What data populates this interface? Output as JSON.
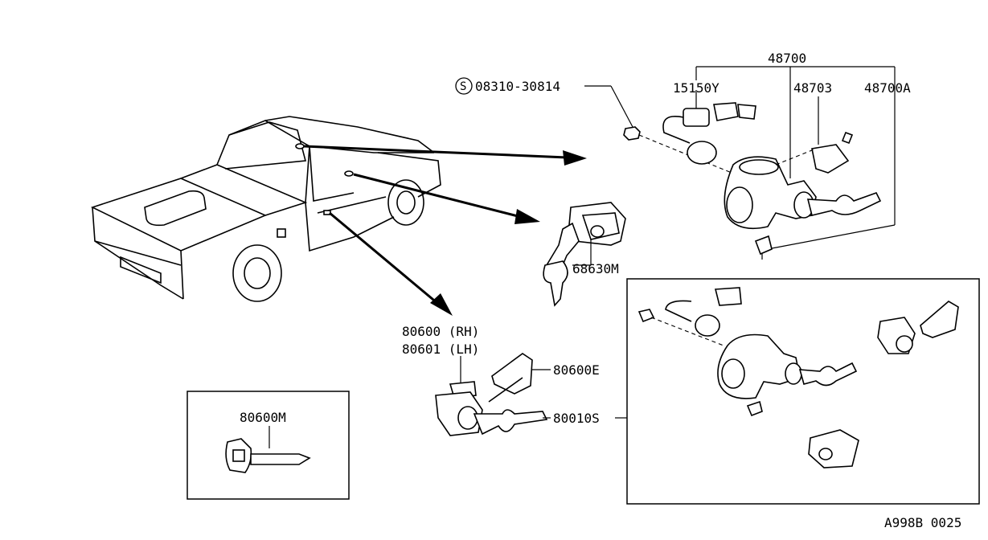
{
  "callouts": {
    "part_48700": "48700",
    "part_15150y": "15150Y",
    "part_48703": "48703",
    "part_48700a": "48700A",
    "part_08310": "08310-30814",
    "s_symbol": "S",
    "part_68630m": "68630M",
    "part_80600_rh": "80600 (RH)",
    "part_80601_lh": "80601 (LH)",
    "part_80600e": "80600E",
    "part_80010s": "80010S",
    "part_80600m": "80600M"
  },
  "footer": {
    "diagram_code": "A998B 0025"
  }
}
